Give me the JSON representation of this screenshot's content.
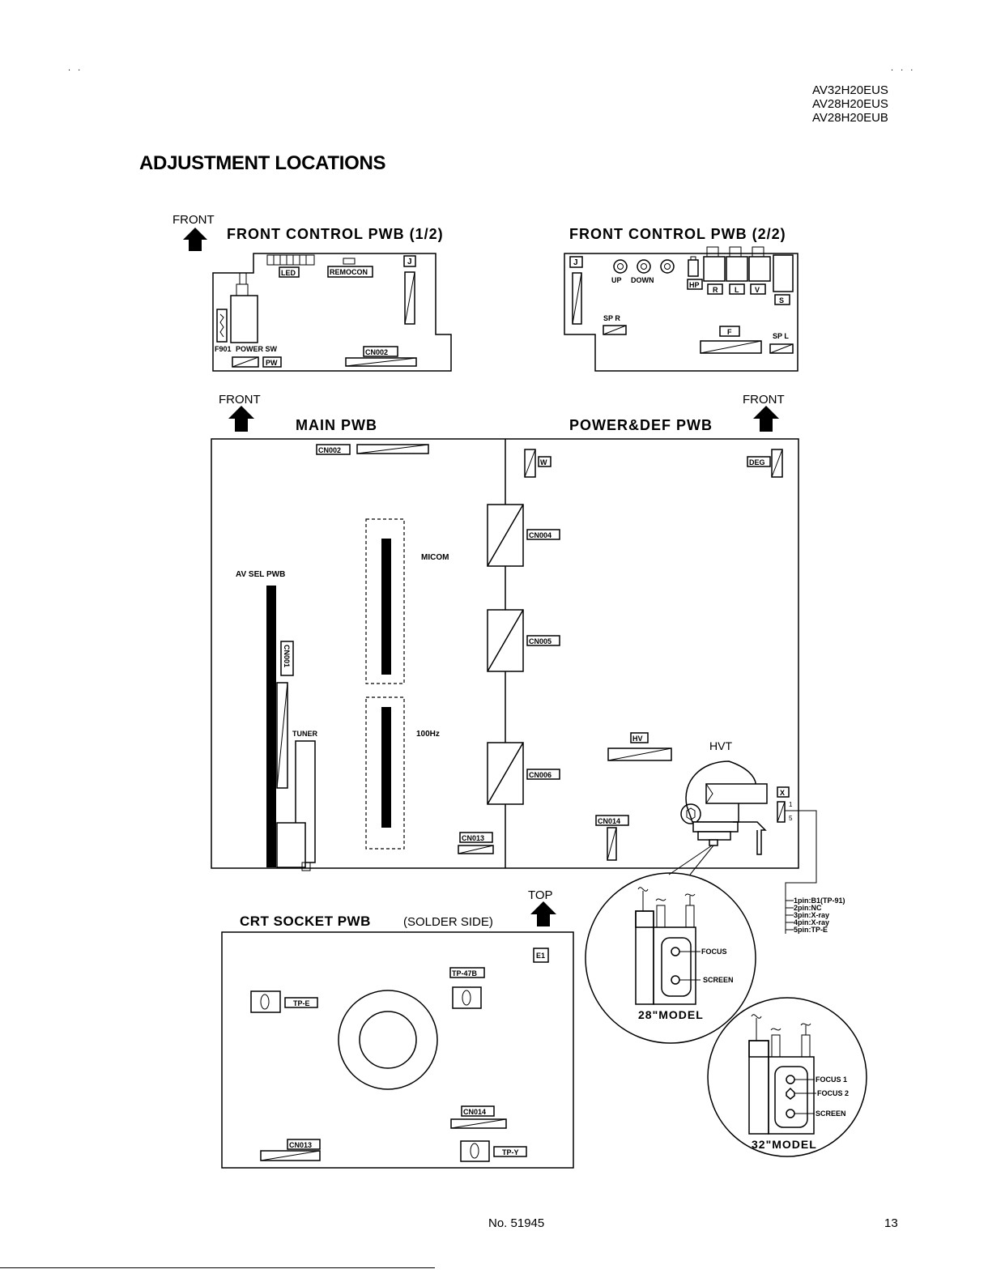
{
  "header": {
    "models": [
      "AV32H20EUS",
      "AV28H20EUS",
      "AV28H20EUB"
    ],
    "dots_left": ". .",
    "dots_right": ". . ."
  },
  "title": "ADJUSTMENT LOCATIONS",
  "front_control_1": {
    "title": "FRONT CONTROL PWB (1/2)",
    "front": "FRONT",
    "labels": {
      "led": "LED",
      "remocon": "REMOCON",
      "j": "J",
      "f901": "F901",
      "power_sw": "POWER SW",
      "pw": "PW",
      "cn002": "CN002"
    }
  },
  "front_control_2": {
    "title": "FRONT CONTROL PWB (2/2)",
    "labels": {
      "j": "J",
      "up": "UP",
      "down": "DOWN",
      "hp": "HP",
      "r": "R",
      "l": "L",
      "v": "V",
      "s": "S",
      "spr": "SP R",
      "f": "F",
      "spl": "SP L"
    }
  },
  "main": {
    "title": "MAIN PWB",
    "front": "FRONT",
    "labels": {
      "cn002": "CN002",
      "micom": "MICOM",
      "av_sel": "AV SEL PWB",
      "cn001": "CN001",
      "tuner": "TUNER",
      "hz100": "100Hz",
      "cn013": "CN013",
      "cn004": "CN004",
      "cn005": "CN005",
      "cn006": "CN006"
    }
  },
  "power_def": {
    "title": "POWER&DEF PWB",
    "front": "FRONT",
    "labels": {
      "w": "W",
      "deg": "DEG",
      "hv": "HV",
      "hvt": "HVT",
      "cn014": "CN014",
      "x": "X",
      "pin1": "1",
      "pin5": "5"
    }
  },
  "pins": [
    "1pin:B1(TP-91)",
    "2pin:NC",
    "3pin:X-ray",
    "4pin:X-ray",
    "5pin:TP-E"
  ],
  "crt": {
    "title": "CRT SOCKET PWB",
    "subtitle": "(SOLDER SIDE)",
    "top": "TOP",
    "labels": {
      "e1": "E1",
      "tp47b": "TP-47B",
      "tpe": "TP-E",
      "cn014": "CN014",
      "cn013": "CN013",
      "tpy": "TP-Y"
    }
  },
  "model28": {
    "focus": "FOCUS",
    "screen": "SCREEN",
    "name": "28\"MODEL"
  },
  "model32": {
    "focus1": "FOCUS 1",
    "focus2": "FOCUS 2",
    "screen": "SCREEN",
    "name": "32\"MODEL"
  },
  "footer": {
    "doc_no": "No. 51945",
    "page": "13"
  }
}
